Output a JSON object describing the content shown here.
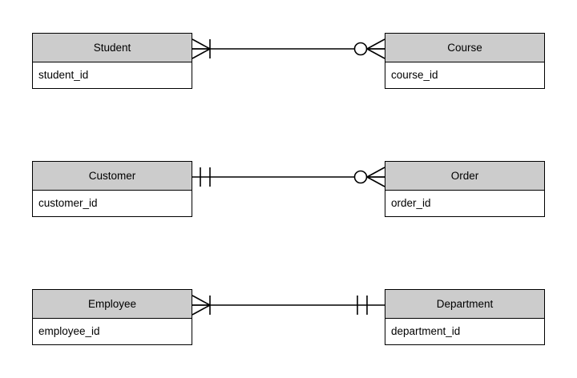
{
  "diagram": {
    "type": "entity-relationship-diagram",
    "notation": "crow's-foot",
    "background_color": "#ffffff",
    "line_color": "#000000",
    "header_fill_color": "#cccccc",
    "body_fill_color": "#ffffff",
    "relationships": [
      {
        "id": "student-course",
        "left": {
          "entity": "Student",
          "attribute": "student_id",
          "cardinality": "one-or-many",
          "symbol": "crowsfoot-bar"
        },
        "right": {
          "entity": "Course",
          "attribute": "course_id",
          "cardinality": "zero-or-many",
          "symbol": "circle-crowsfoot"
        }
      },
      {
        "id": "customer-order",
        "left": {
          "entity": "Customer",
          "attribute": "customer_id",
          "cardinality": "exactly-one",
          "symbol": "double-bar"
        },
        "right": {
          "entity": "Order",
          "attribute": "order_id",
          "cardinality": "zero-or-many",
          "symbol": "circle-crowsfoot"
        }
      },
      {
        "id": "employee-department",
        "left": {
          "entity": "Employee",
          "attribute": "employee_id",
          "cardinality": "one-or-many",
          "symbol": "crowsfoot-bar"
        },
        "right": {
          "entity": "Department",
          "attribute": "department_id",
          "cardinality": "exactly-one",
          "symbol": "double-bar"
        }
      }
    ]
  }
}
